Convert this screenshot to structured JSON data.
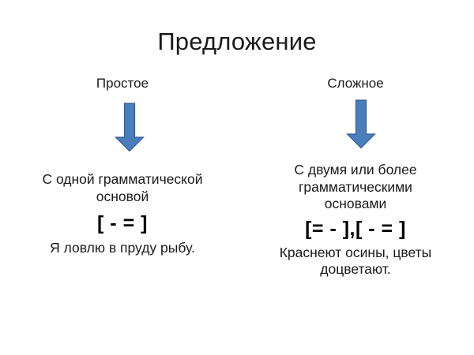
{
  "slide": {
    "title": "Предложение",
    "background_color": "#ffffff",
    "text_color": "#1a1a1a"
  },
  "arrow": {
    "icon": "arrow-down-icon",
    "fill_color": "#4a7ebb",
    "stroke_color": "#2f5c91"
  },
  "columns": [
    {
      "id": "simple",
      "heading": "Простое",
      "description": "С одной грамматической основой",
      "scheme": "[ - = ]",
      "example": "Я ловлю в пруду рыбу."
    },
    {
      "id": "complex",
      "heading": "Сложное",
      "description": "С двумя или более грамматическими основами",
      "scheme": "[= - ],[ - = ]",
      "example": "Краснеют осины, цветы доцветают."
    }
  ]
}
